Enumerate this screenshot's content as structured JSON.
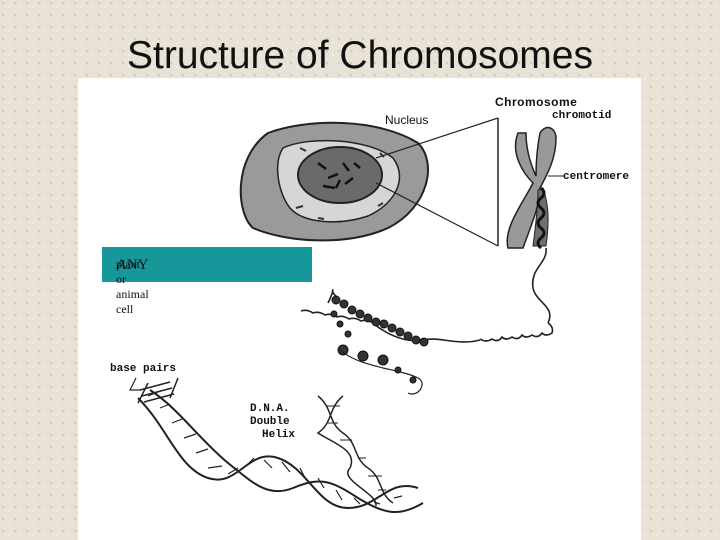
{
  "slide": {
    "title": "Structure of Chromosomes"
  },
  "figure": {
    "nucleus_label": "Nucleus",
    "chromosome_label": "Chromosome",
    "chromatid_label": "chromotid",
    "centromere_label": "centromere",
    "cell_caption_lead": "ANY",
    "cell_caption_rest": " plant or animal cell",
    "base_pairs_label": "base pairs",
    "dna_label_line1": "D.N.A.",
    "dna_label_line2": "Double",
    "dna_label_line3": "Helix"
  }
}
